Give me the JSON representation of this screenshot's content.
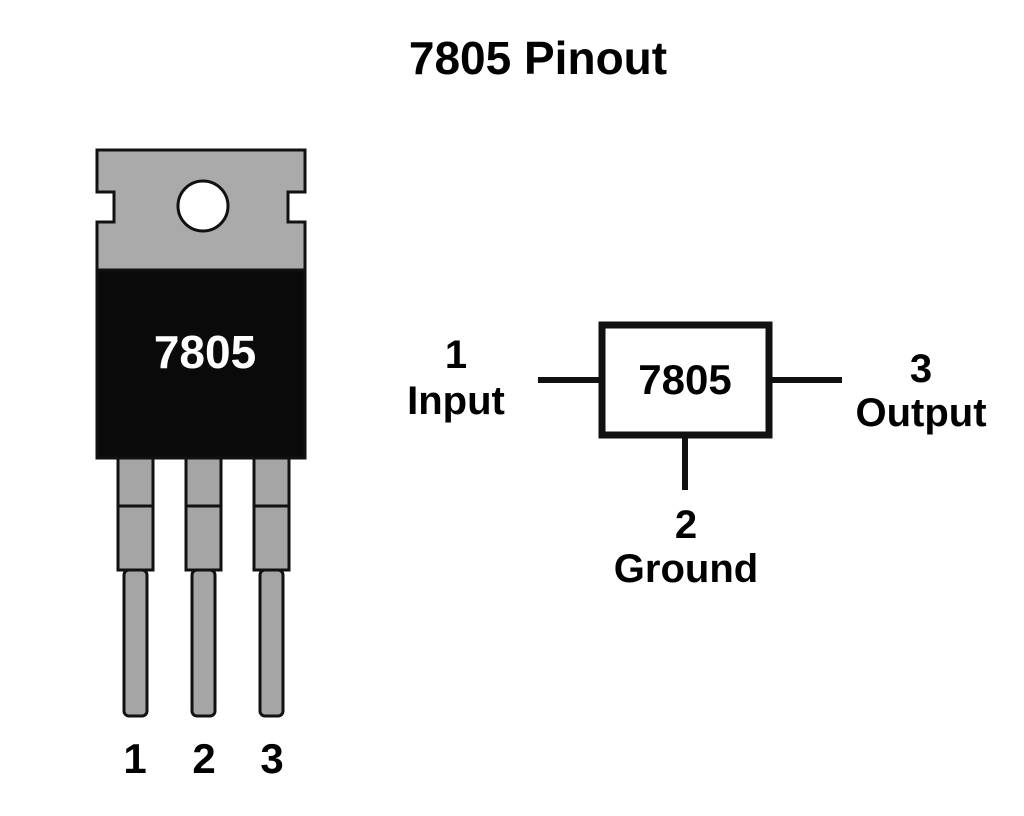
{
  "title": "7805 Pinout",
  "package": {
    "body_text": "7805",
    "pin_numbers": [
      "1",
      "2",
      "3"
    ],
    "colors": {
      "tab": "#aaaaaa",
      "body": "#0a0a0a",
      "leg": "#a5a5a5",
      "outline": "#111111"
    }
  },
  "schematic": {
    "box_text": "7805",
    "input": {
      "number": "1",
      "name": "Input"
    },
    "ground": {
      "number": "2",
      "name": "Ground"
    },
    "output": {
      "number": "3",
      "name": "Output"
    }
  }
}
